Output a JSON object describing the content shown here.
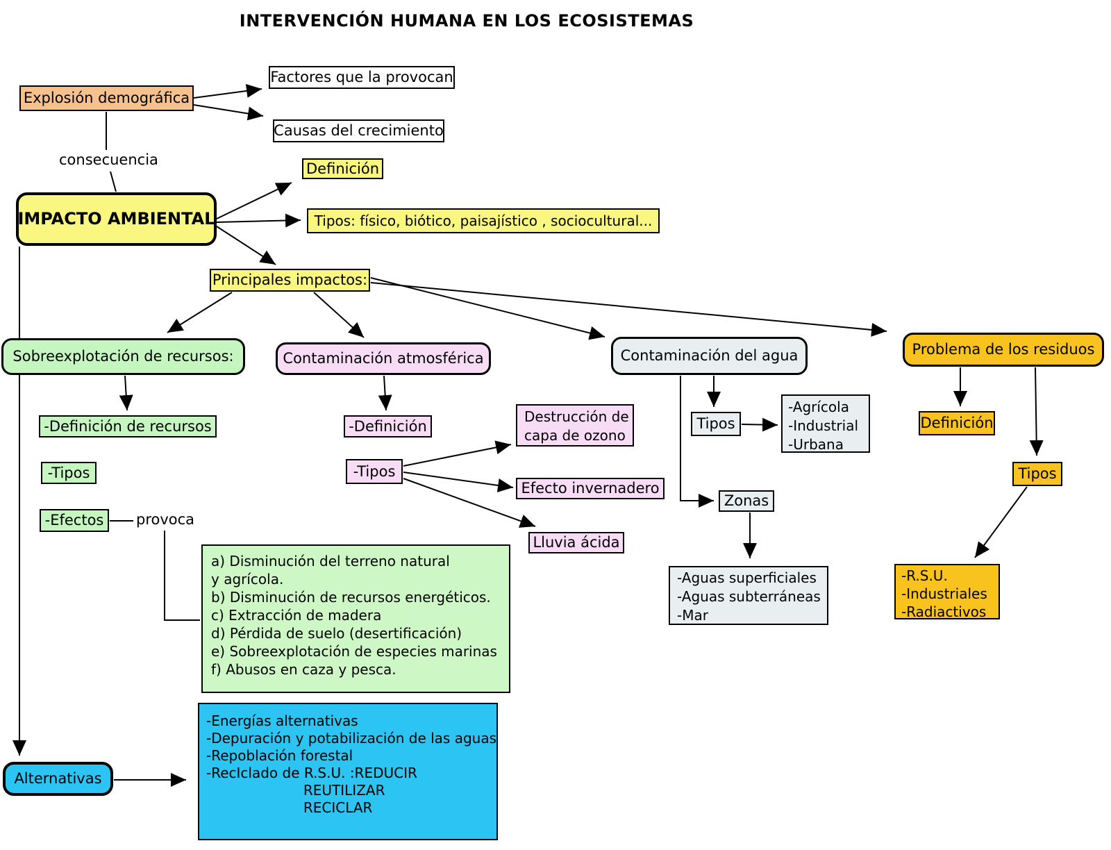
{
  "title": "INTERVENCIÓN HUMANA EN LOS ECOSISTEMAS",
  "edge_labels": {
    "consecuencia": "consecuencia",
    "provoca": "provoca"
  },
  "nodes": {
    "explosion": "Explosión demográfica",
    "factores": "Factores que la provocan",
    "causas": "Causas del crecimiento",
    "impacto": "IMPACTO AMBIENTAL",
    "definicion_impacto": "Definición",
    "tipos_impacto": "Tipos: físico, biótico, paisajístico , sociocultural...",
    "principales": "Principales impactos:",
    "sobreexplotacion": "Sobreexplotación de recursos:",
    "contaminacion_atmosferica": "Contaminación atmosférica",
    "contaminacion_agua": "Contaminación del agua",
    "problema_residuos": "Problema de los residuos",
    "definicion_recursos": "-Definición de recursos",
    "tipos_recursos": "-Tipos",
    "efectos": "-Efectos",
    "efectos_lista": "a) Disminución del terreno natural\ny agrícola.\nb) Disminución de recursos energéticos.\nc) Extracción de madera\nd) Pérdida de suelo (desertificación)\ne) Sobreexplotación de especies marinas\nf) Abusos en caza y pesca.",
    "definicion_atmosferica": "-Definición",
    "tipos_atmosferica": "-Tipos",
    "destruccion_ozono": "Destrucción de\ncapa de ozono",
    "efecto_invernadero": "Efecto invernadero",
    "lluvia_acida": "Lluvia ácida",
    "tipos_agua": "Tipos",
    "tipos_agua_lista": "-Agrícola\n-Industrial\n-Urbana",
    "zonas": "Zonas",
    "zonas_lista": "-Aguas superficiales\n-Aguas subterráneas\n-Mar",
    "definicion_residuos": "Definición",
    "tipos_residuos": "Tipos",
    "tipos_residuos_lista": "-R.S.U.\n-Industriales\n-Radiactivos",
    "alternativas": "Alternativas",
    "alternativas_lista": "-Energías alternativas\n-Depuración y potabilización de las aguas\n-Repoblación forestal\n-RecIclado de R.S.U. :REDUCIR\n                      REUTILIZAR\n                      RECICLAR"
  },
  "colors": {
    "peach": "#F5C18E",
    "yellow": "#F9F780",
    "green": "#C6F6BF",
    "pink": "#F8DBF4",
    "light_gray_blue": "#E9EFF1",
    "gold": "#F9C31F",
    "cyan": "#2BC4F3",
    "line": "#000000"
  }
}
